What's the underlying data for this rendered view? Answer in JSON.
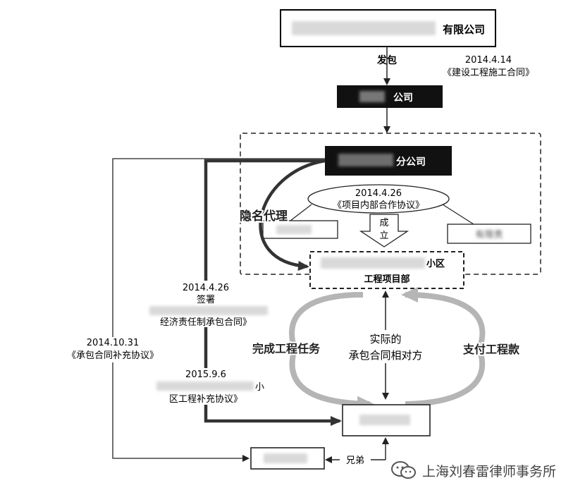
{
  "nodes": {
    "top_company": {
      "visible_suffix": "有限公司"
    },
    "contractor": {
      "visible_suffix": "公司"
    },
    "branch": {
      "visible_suffix": "分公司"
    },
    "project_dept": {
      "line1_suffix": "小区",
      "line2": "工程项目部"
    },
    "left_box": {
      "text": ""
    },
    "right_box": {
      "visible_suffix": "有限责"
    },
    "bottom_box": {
      "text": ""
    },
    "bottom_small_box": {
      "text": ""
    }
  },
  "labels": {
    "subcontract": "发包",
    "contract1_date": "2014.4.14",
    "contract1_name": "《建设工程施工合同》",
    "ellipse_date": "2014.4.26",
    "ellipse_name": "《项目内部合作协议》",
    "establish_1": "成",
    "establish_2": "立",
    "anonymous_agent": "隐名代理",
    "sign_date": "2014.4.26",
    "sign": "签署",
    "contract2_name": "经济责任制承包合同》",
    "supplement1_date": "2014.10.31",
    "supplement1_name": "《承包合同补充协议》",
    "supplement2_date": "2015.9.6",
    "supplement2_suffix": "小",
    "supplement2_name": "区工程补充协议》",
    "complete_tasks": "完成工程任务",
    "pay_fees": "支付工程款",
    "actual_1": "实际的",
    "actual_2": "承包合同相对方",
    "brothers": "兄弟"
  },
  "watermark": {
    "text": "上海刘春雷律师事务所"
  },
  "colors": {
    "dark_box": "#111111",
    "heavy_arrow": "#333333",
    "grey_cycle": "#b5b5b5",
    "border": "#000000"
  }
}
